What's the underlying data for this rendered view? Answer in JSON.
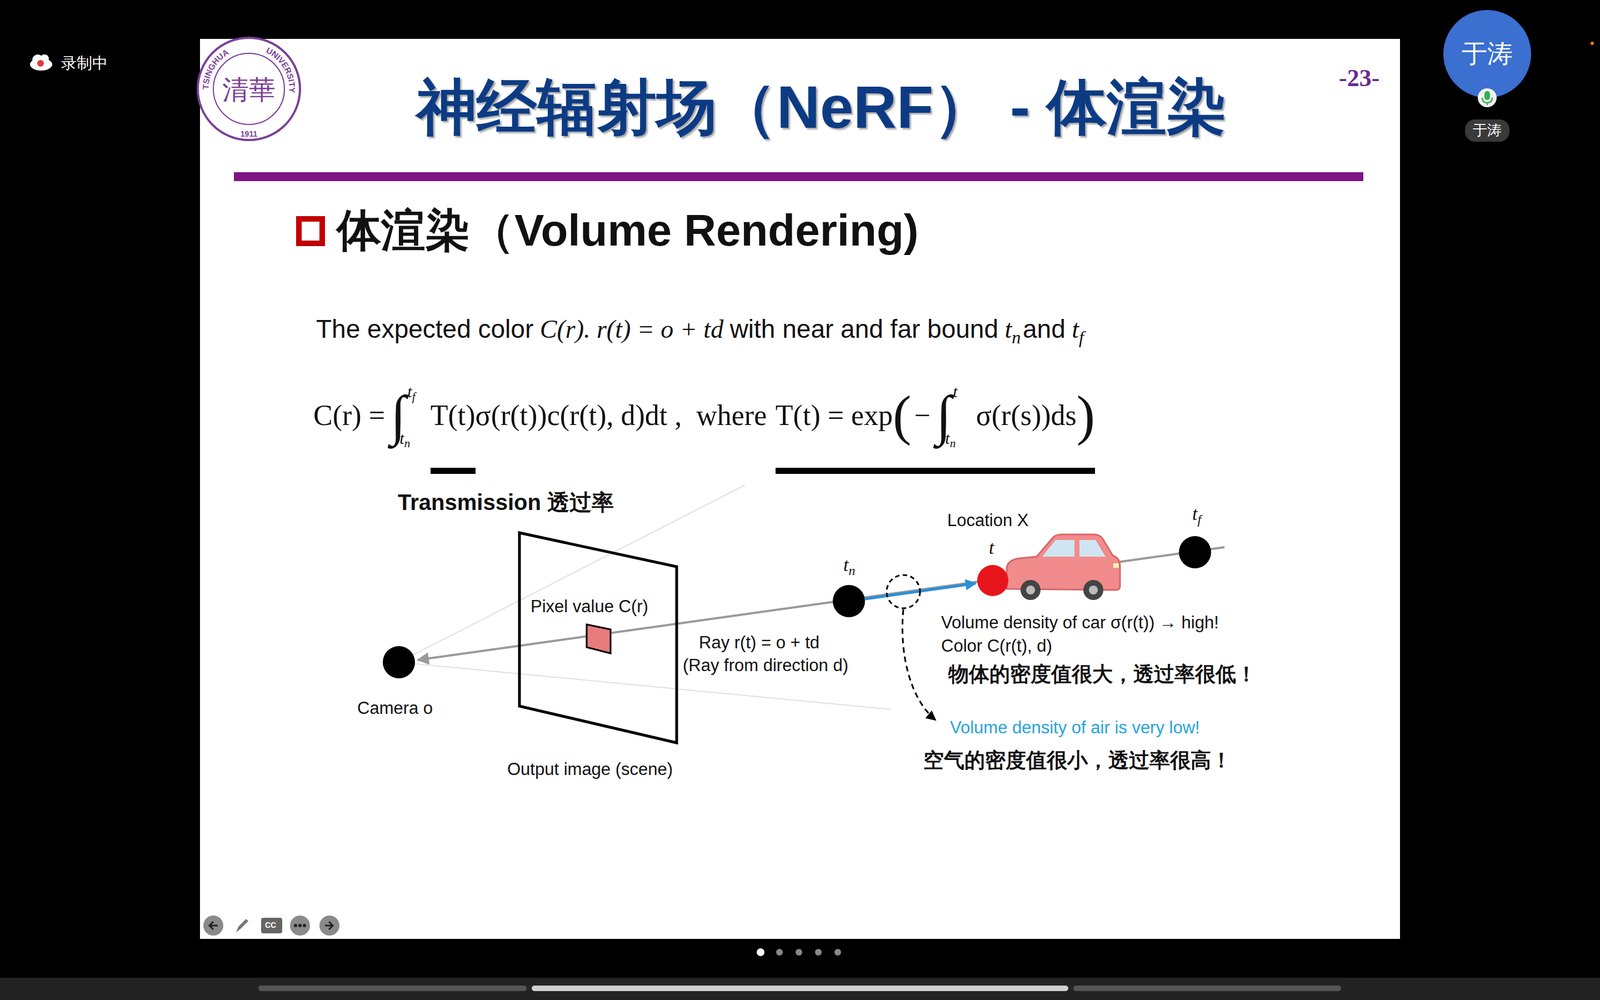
{
  "diagram": {
    "title": "神经辐射场（NeRF） - 体渲染",
    "nodes": [
      {
        "text": [
          "于涛"
        ]
      },
      {
        "text": [
          "于涛"
        ]
      },
      {
        "text": [
          "Pixel value C(r)",
          "Output image (scene)"
        ]
      },
      {
        "text": [
          "Camera o"
        ]
      }
    ],
    "labels": [
      "录制中",
      "TSINGHUA",
      "UNIVERSITY",
      "1911",
      "清華",
      "-23-",
      "体渲染（Volume Rendering)",
      "The expected color",
      "C(r). r(t) = o + td",
      "with near and far bound",
      "t",
      "n",
      "and",
      "t",
      "f",
      "C(r) =",
      "∫",
      "t",
      "f",
      "t",
      "n",
      "T(t)",
      "σ(r(t))c(r(t), d)dt ,",
      "where",
      "T(t) = exp",
      "(",
      "−",
      "∫",
      "t",
      "t",
      "n",
      "σ(r(s))ds",
      ")",
      "Transmission 透过率",
      "Ray r(t) = o + td",
      "(Ray from direction d)",
      "t",
      "n",
      "Location X",
      "t",
      "t",
      "f",
      "Volume density of car σ(r(t)) → high!",
      "Color C(r(t), d)",
      "物体的密度值很大，透过率很低！",
      "Volume density of air is very low!",
      "空气的密度值很小，透过率很高！",
      "CC"
    ]
  }
}
